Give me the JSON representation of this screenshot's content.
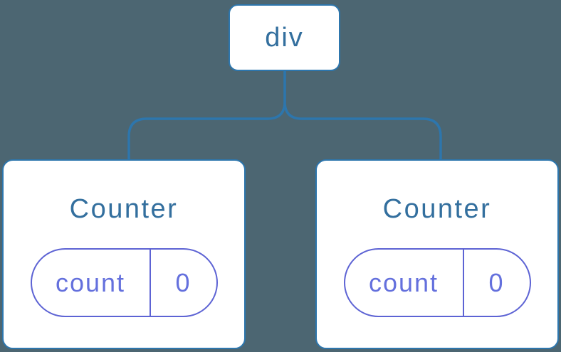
{
  "diagram": {
    "root": {
      "label": "div"
    },
    "children": [
      {
        "title": "Counter",
        "state": {
          "key": "count",
          "value": "0"
        }
      },
      {
        "title": "Counter",
        "state": {
          "key": "count",
          "value": "0"
        }
      }
    ]
  },
  "colors": {
    "background": "#4c6672",
    "line": "#2d76ad",
    "node_fill": "#ffffff",
    "heading_text": "#336f9e",
    "state_border": "#5d63d4",
    "state_text": "#6470dd"
  }
}
